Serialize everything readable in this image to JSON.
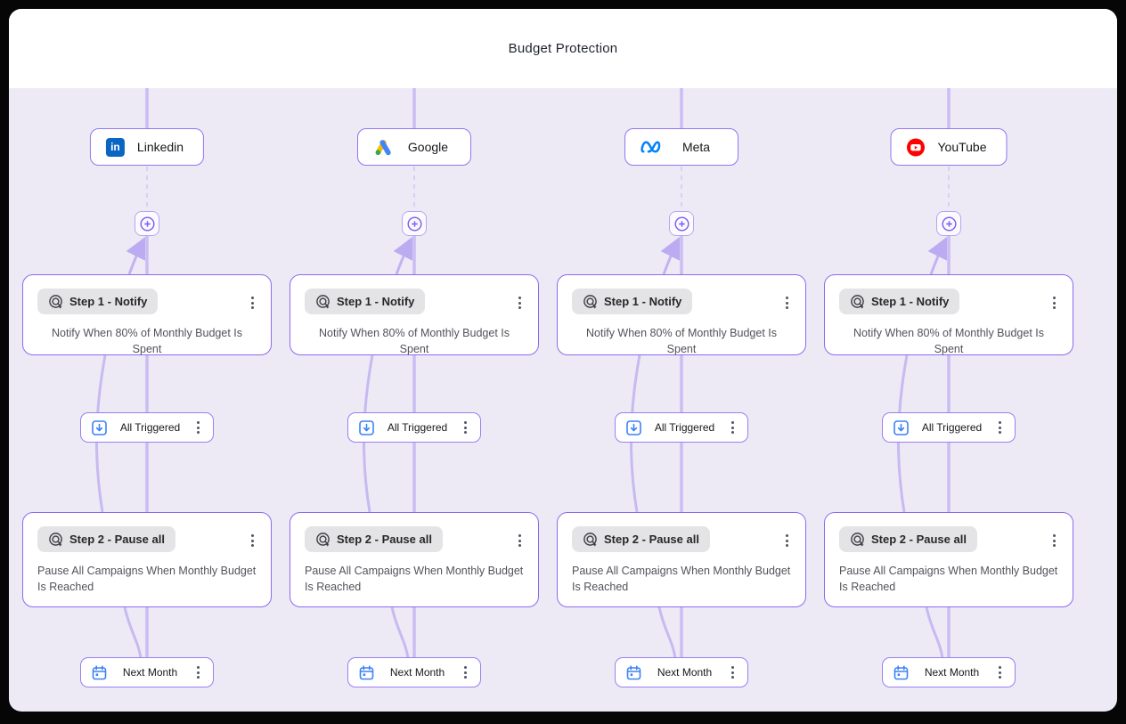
{
  "header": {
    "title": "Budget Protection"
  },
  "canvas": {
    "columns": [
      {
        "platform": {
          "label": "Linkedin",
          "icon": "linkedin-icon",
          "brand_color": "#0a66c2"
        }
      },
      {
        "platform": {
          "label": "Google",
          "icon": "google-ads-icon",
          "brand_colors": [
            "#4285f4",
            "#fbbc04",
            "#34a853"
          ]
        }
      },
      {
        "platform": {
          "label": "Meta",
          "icon": "meta-icon",
          "brand_color": "#0082fb"
        }
      },
      {
        "platform": {
          "label": "YouTube",
          "icon": "youtube-icon",
          "brand_color": "#ff0000"
        }
      }
    ],
    "add_button": {
      "icon": "circle-plus-icon"
    },
    "step1": {
      "badge": "Step 1 - Notify",
      "badge_icon": "goal-target-icon",
      "description": "Notify When 80% of Monthly Budget Is Spent",
      "menu_icon": "kebab-menu-icon"
    },
    "condition": {
      "label": "All Triggered",
      "icon": "download-square-icon",
      "icon_color": "#3b82f6",
      "menu_icon": "kebab-menu-icon"
    },
    "step2": {
      "badge": "Step 2 - Pause all",
      "badge_icon": "goal-target-icon",
      "description": "Pause All Campaigns When Monthly Budget Is Reached",
      "menu_icon": "kebab-menu-icon"
    },
    "schedule": {
      "label": "Next Month",
      "icon": "calendar-icon",
      "icon_color": "#3b82f6",
      "menu_icon": "kebab-menu-icon"
    }
  },
  "colors": {
    "canvas_background": "#edeaf6",
    "node_border": "#8d6bef",
    "connector_line": "#c7baf1",
    "pill_background": "#e4e4e7",
    "description_text": "#52525b"
  }
}
